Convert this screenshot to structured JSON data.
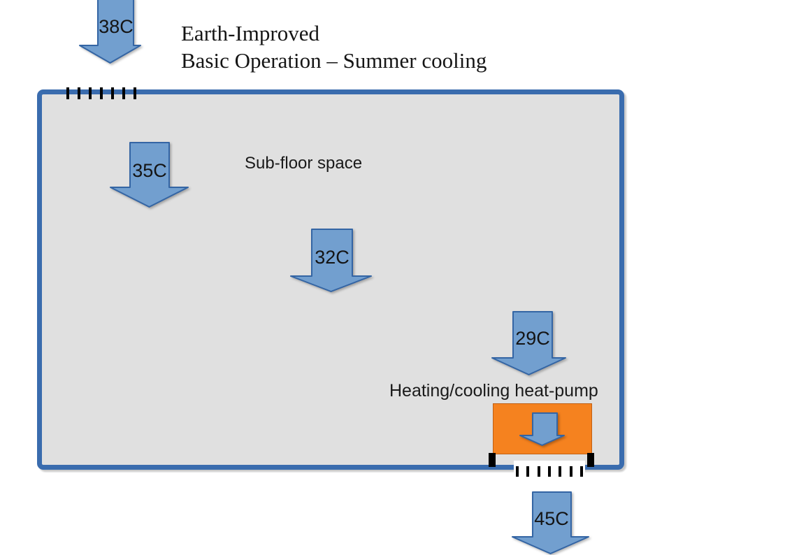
{
  "title": {
    "line1": "Earth-Improved",
    "line2": "Basic Operation – Summer cooling"
  },
  "diagram": {
    "room_label": "Sub-floor space",
    "heatpump_label": "Heating/cooling heat-pump",
    "arrows": {
      "intake": {
        "label": "38C"
      },
      "subfloor_first": {
        "label": "35C"
      },
      "subfloor_mid": {
        "label": "32C"
      },
      "subfloor_last": {
        "label": "29C"
      },
      "exhaust": {
        "label": "45C"
      }
    },
    "vents": {
      "top_slat_count": 7,
      "bottom_slat_count": 7
    }
  },
  "colors": {
    "arrow_fill": "#729FCF",
    "arrow_border": "#3465A4",
    "room_border": "#3A6CAE",
    "room_fill": "#E0E0E0",
    "heatpump_fill": "#F5821F",
    "slat_color": "#000000",
    "text_color": "#1A1A1A"
  }
}
